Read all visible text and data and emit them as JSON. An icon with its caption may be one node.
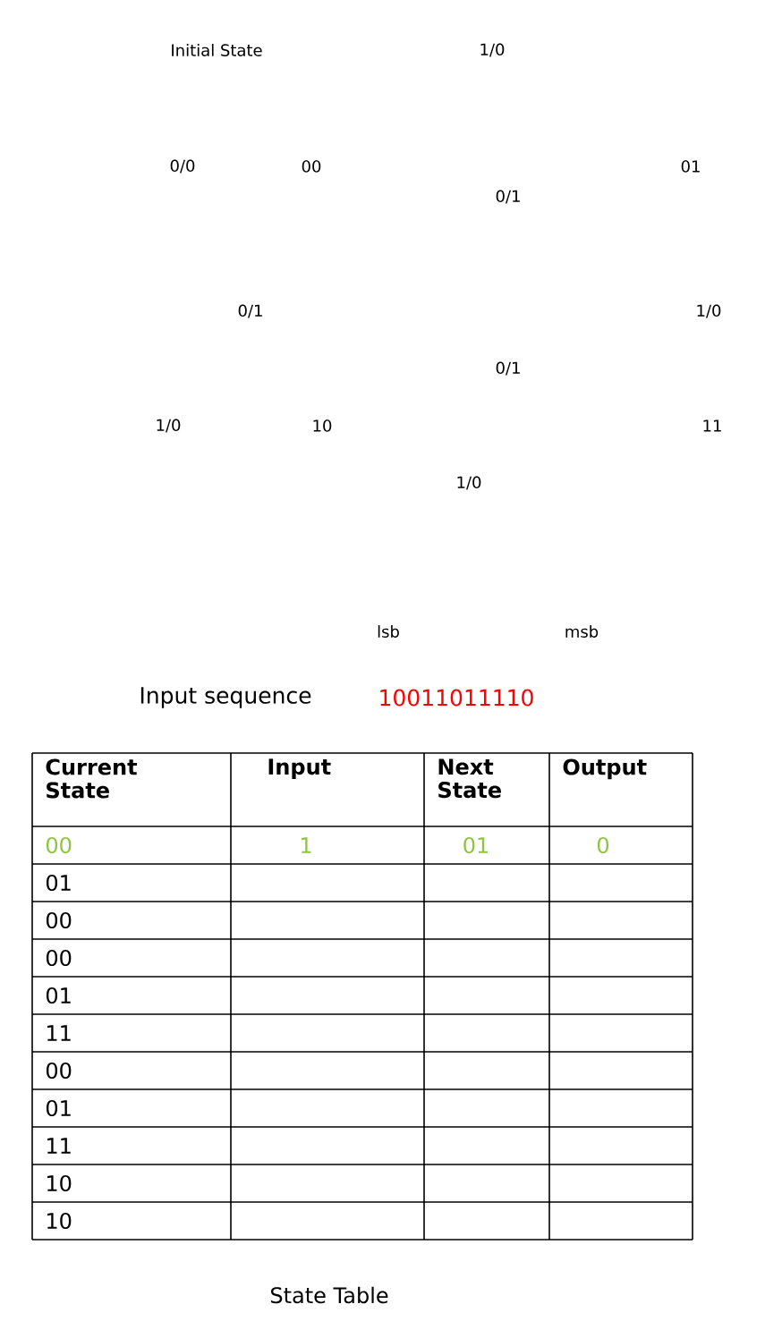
{
  "diagram": {
    "caption": "State Table",
    "labels": [
      "Initial State",
      "1/0",
      "0/0",
      "00",
      "01",
      "0/1",
      "0/1",
      "1/0",
      "0/1",
      "1/0",
      "10",
      "11",
      "1/0",
      "lsb",
      "msb",
      "Input sequence",
      "10011011110",
      "Current State",
      "Input",
      "Next State",
      "Output",
      "00",
      "1",
      "01",
      "0",
      "01",
      "00",
      "00",
      "01",
      "11",
      "00",
      "01",
      "11",
      "10",
      "10"
    ]
  }
}
